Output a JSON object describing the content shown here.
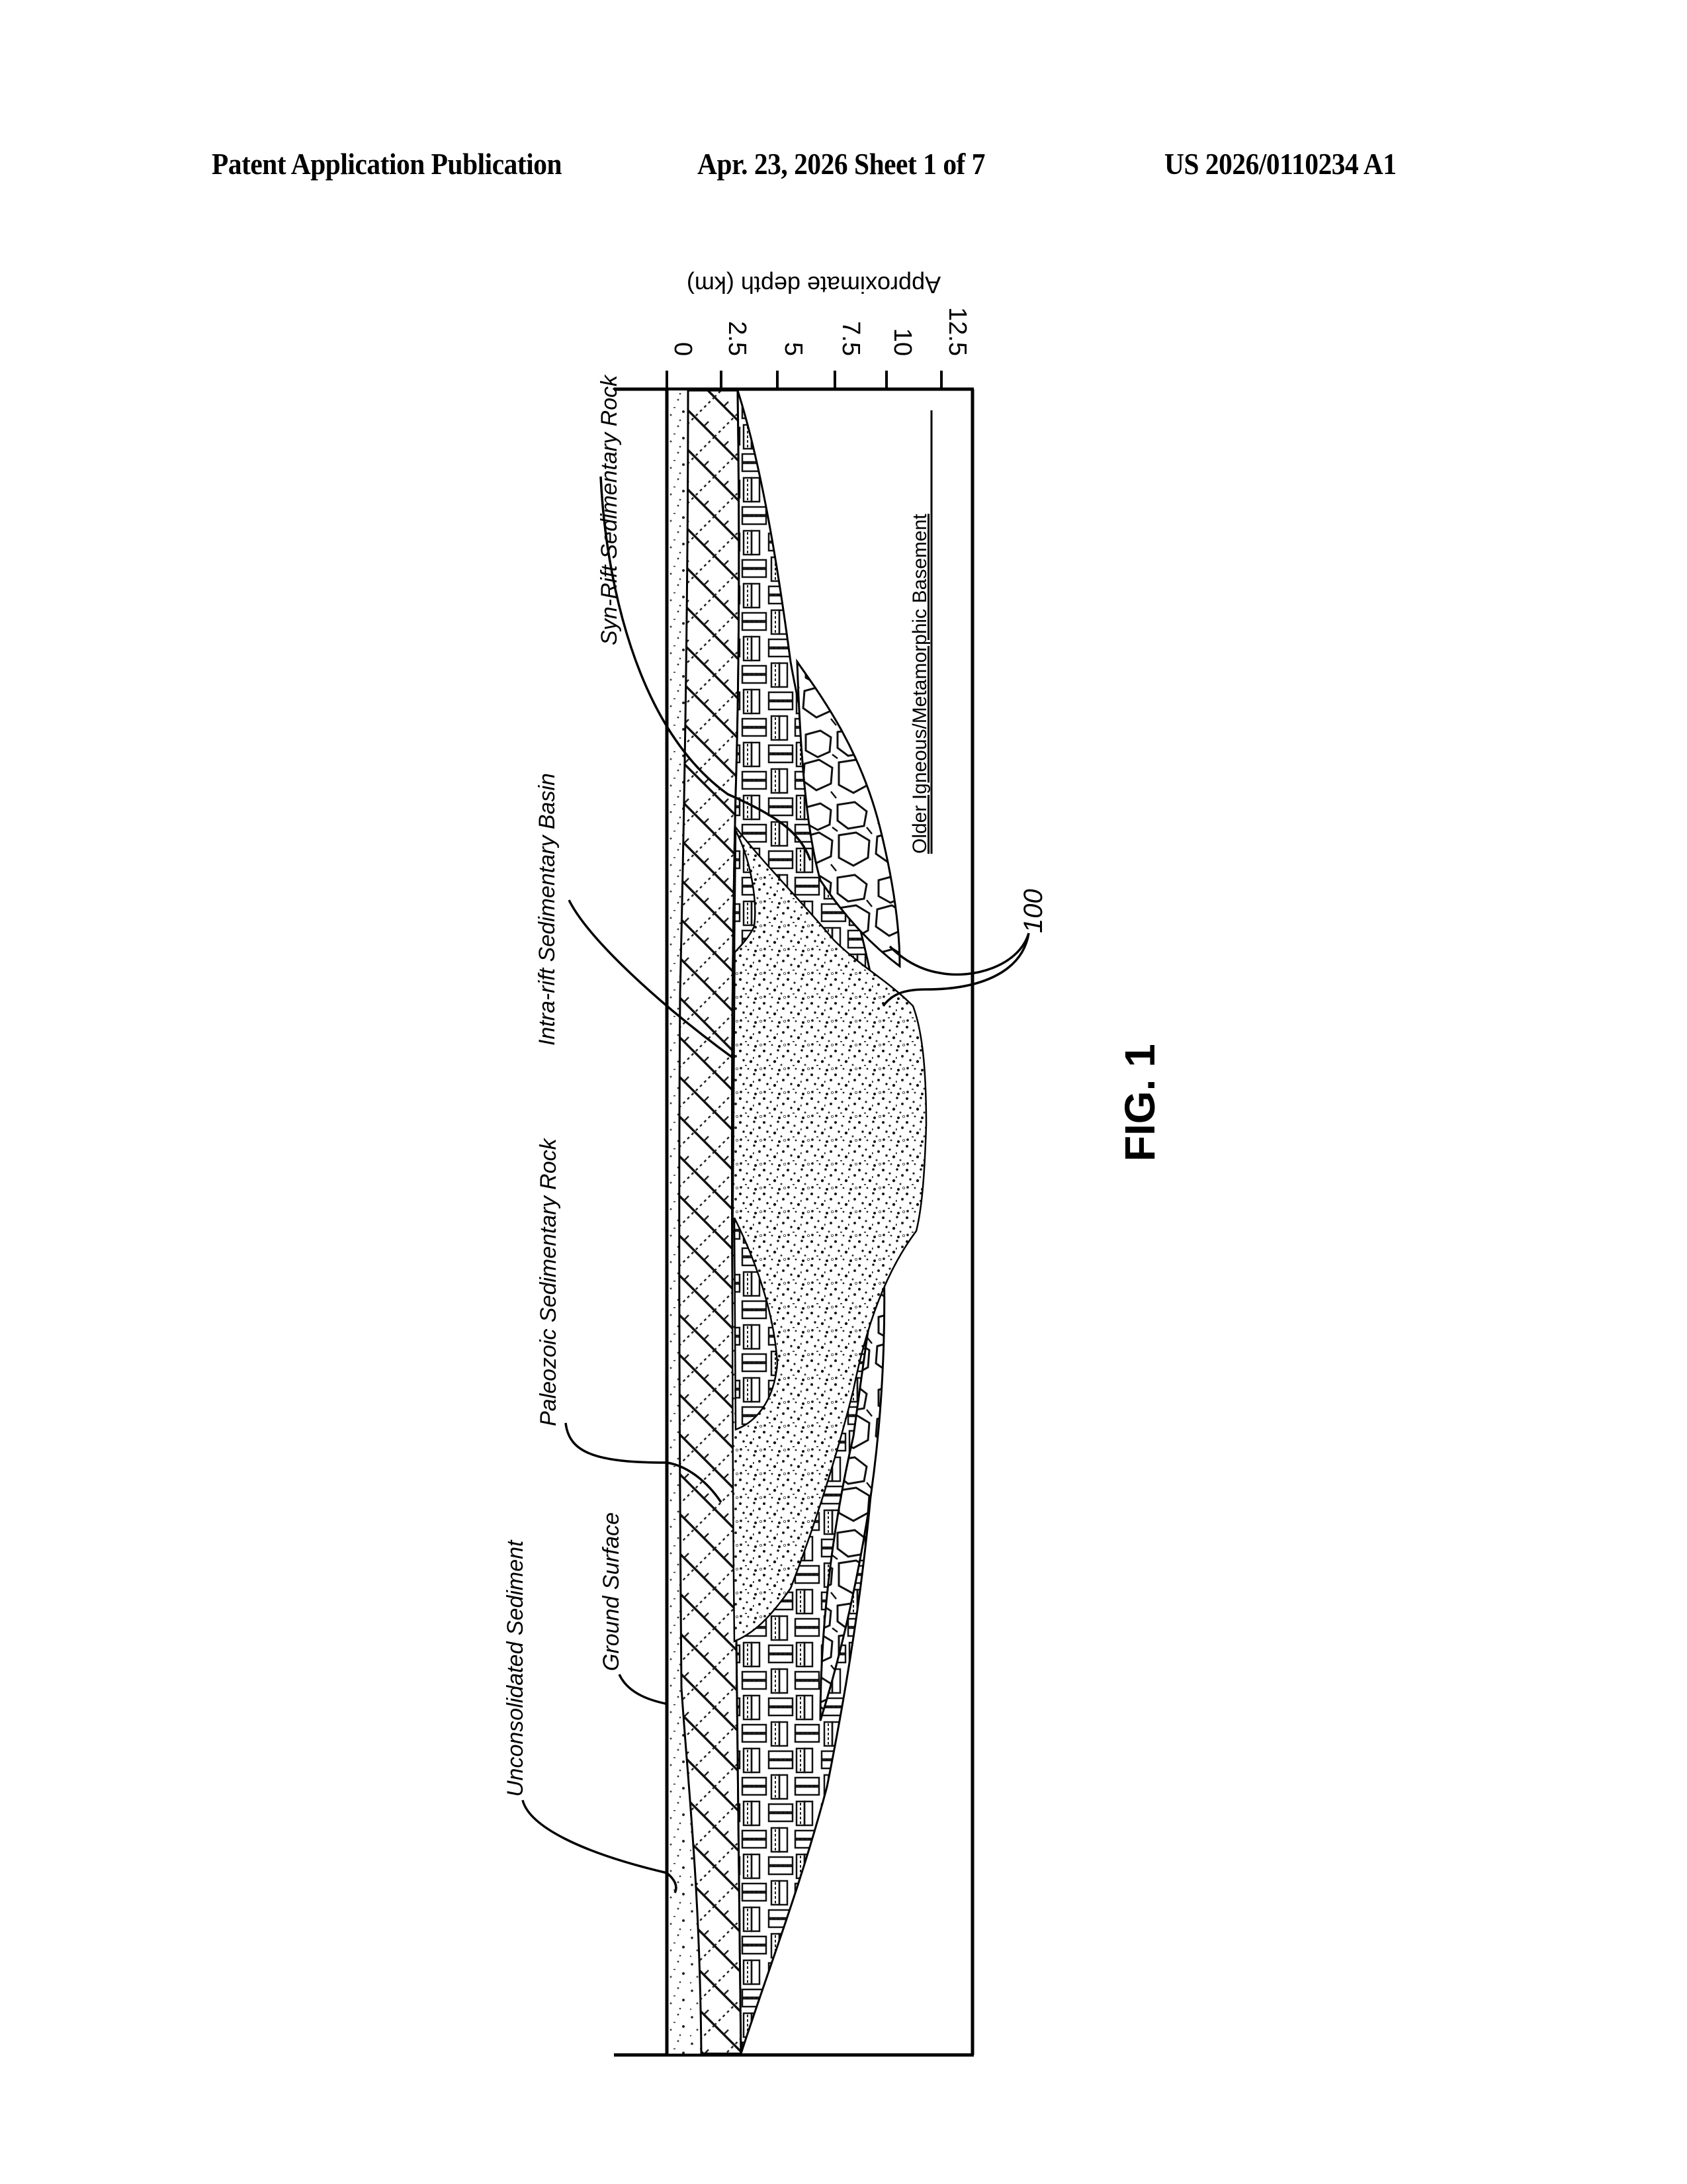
{
  "header": {
    "publication_type": "Patent Application Publication",
    "date_sheet": "Apr. 23, 2026  Sheet 1 of 7",
    "publication_number": "US 2026/0110234 A1"
  },
  "figure": {
    "caption": "FIG. 1",
    "reference_numeral": "100",
    "axis": {
      "title": "Approximate depth (km)",
      "ticks": [
        "0",
        "2.5",
        "5",
        "7.5",
        "10",
        "12.5"
      ]
    },
    "layers": [
      {
        "id": "unconsolidated",
        "label": "Unconsolidated Sediment",
        "pattern": "sparse-stipple"
      },
      {
        "id": "ground-surface",
        "label": "Ground Surface",
        "pattern": "line"
      },
      {
        "id": "paleozoic",
        "label": "Paleozoic Sedimentary Rock",
        "pattern": "crosshatch"
      },
      {
        "id": "intra-rift",
        "label": "Intra-rift Sedimentary Basin",
        "pattern": "dense-stipple"
      },
      {
        "id": "syn-rift",
        "label": "Syn-Rift Sedimentary Rock",
        "pattern": "basket-weave"
      },
      {
        "id": "conglomerate",
        "label": "",
        "pattern": "cobbles"
      },
      {
        "id": "basement",
        "label": "Older Igneous/Metamorphic Basement",
        "pattern": "blank"
      }
    ]
  }
}
